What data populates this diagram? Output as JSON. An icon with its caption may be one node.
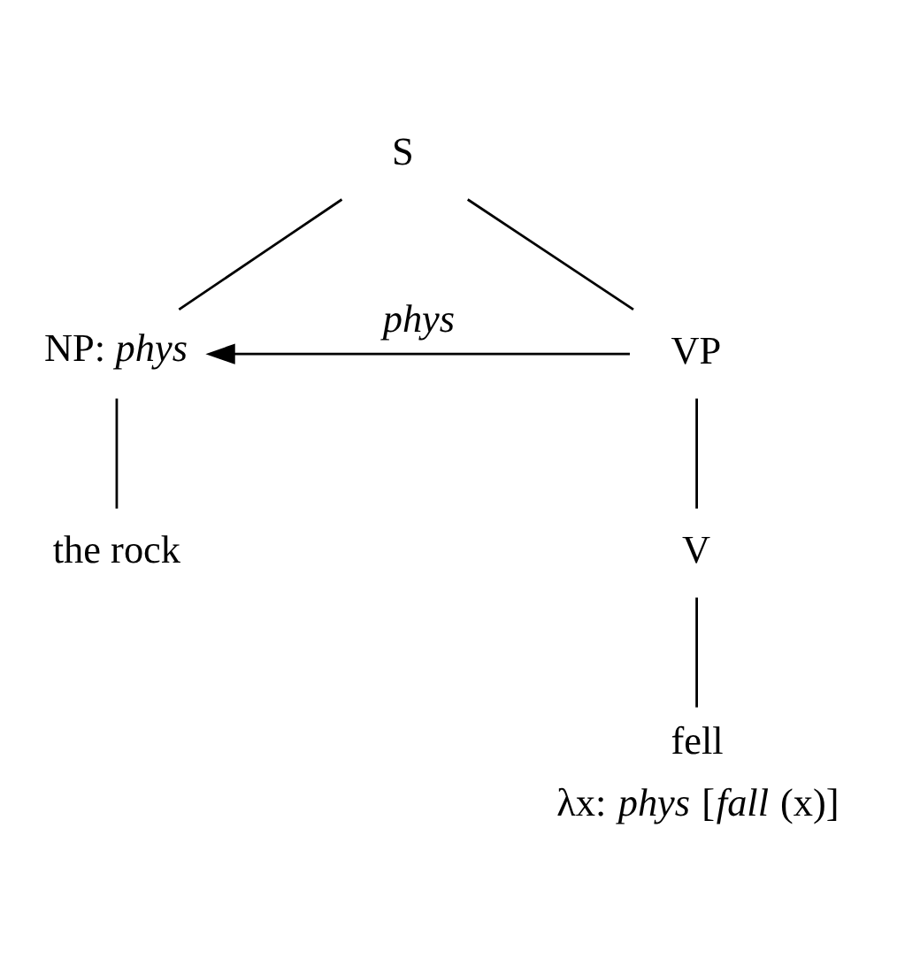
{
  "diagram": {
    "nodes": [
      {
        "text": [
          "S"
        ]
      },
      {
        "text": [
          "NP: *phys*"
        ]
      },
      {
        "text": [
          "VP"
        ]
      },
      {
        "text": [
          "the rock"
        ]
      },
      {
        "text": [
          "V"
        ]
      },
      {
        "text": [
          "fell"
        ],
        "beside": [
          "λx: *phys* [*fall* (x)]"
        ]
      }
    ],
    "edges": [
      {
        "from": 0,
        "to": 1,
        "arrow": "none"
      },
      {
        "from": 0,
        "to": 2,
        "arrow": "none"
      },
      {
        "from": 2,
        "to": 1,
        "arrow": "to",
        "label": "*phys*"
      },
      {
        "from": 1,
        "to": 3,
        "arrow": "none"
      },
      {
        "from": 2,
        "to": 4,
        "arrow": "none"
      },
      {
        "from": 4,
        "to": 5,
        "arrow": "none"
      }
    ]
  }
}
